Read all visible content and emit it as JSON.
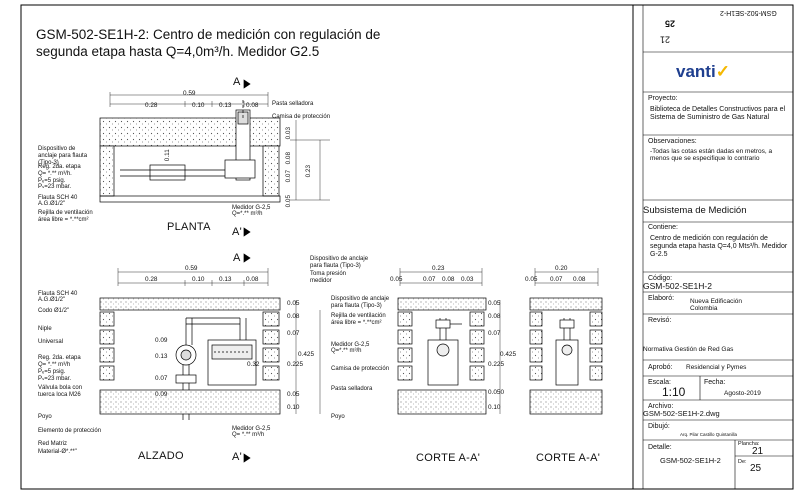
{
  "title_line1": "GSM-502-SE1H-2: Centro de medición con regulación de",
  "title_line2": "segunda etapa hasta Q=4,0m³/h.  Medidor G2.5",
  "planta": {
    "view_label": "PLANTA",
    "section_top": "A",
    "section_bottom": "A'",
    "dims_top": [
      "0.59",
      "0.28",
      "0.10",
      "0.13",
      "0.08"
    ],
    "dims_right": [
      "0.03",
      "0.08",
      "0.07",
      "0.23",
      "0.05"
    ],
    "dim_left": "0.11",
    "labels": {
      "pasta": "Pasta selladora",
      "camisa": "Camisa de protección",
      "anclaje": [
        "Dispositivo de",
        "anclaje para flauta",
        "(Tipo-3)"
      ],
      "reg": [
        "Reg. 2da. etapa",
        "Q= *.** m³/h.",
        "Pₑ=5 psig.",
        "Pₛ=23 mbar."
      ],
      "flauta": [
        "Flauta SCH 40",
        "A.G.Ø1/2\""
      ],
      "rejilla": [
        "Rejilla de ventilación",
        "área libre =  *.**cm²"
      ],
      "medidor": [
        "Medidor G-2,5",
        "Q=*.** m³/h"
      ]
    }
  },
  "alzado": {
    "view_label": "ALZADO",
    "section": "A'",
    "dims_top": [
      "0.59",
      "0.28",
      "0.10",
      "0.13",
      "0.08"
    ],
    "dims_mid": [
      "0.09",
      "0.13",
      "0.07",
      "0.09"
    ],
    "dims_right": [
      "0.05",
      "0.08",
      "0.07",
      "0.32",
      "0.425",
      "0.225",
      "0.05",
      "0.10"
    ],
    "labels": {
      "flauta": [
        "Flauta SCH 40",
        "A.G.Ø1/2\""
      ],
      "codo": "Codo Ø1/2\"",
      "niple": "Niple",
      "universal": "Universal",
      "reg": [
        "Reg. 2da. etapa",
        "Q= *.** m³/h",
        "Pₑ=5 psig.",
        "Pₛ=23 mbar."
      ],
      "valvula": [
        "Válvula bola con",
        "tuerca loca M26"
      ],
      "poyo": "Poyo",
      "elemento": "Elemento de protección",
      "red": [
        "Red Matriz",
        "Material-Ø*.**\""
      ],
      "anclaje": [
        "Dispositivo de anclaje",
        "para flauta (Tipo-3)"
      ],
      "toma": [
        "Toma presión",
        "medidor"
      ],
      "medidor": [
        "Medidor G-2,5",
        "Q= *.** m³/h"
      ]
    }
  },
  "corte1": {
    "view_label": "CORTE A-A'",
    "dims_top": [
      "0.23",
      "0.05",
      "0.07",
      "0.08",
      "0.03"
    ],
    "dims_right": [
      "0.05",
      "0.08",
      "0.07",
      "0.425",
      "0.225",
      "0.050",
      "0.10"
    ],
    "labels": {
      "anclaje": [
        "Dispositivo de anclaje",
        "para flauta (Tipo-3)"
      ],
      "rejilla": [
        "Rejilla de ventilación",
        "área libre =   *.**cm²"
      ],
      "medidor": [
        "Medidor G-2,5",
        "Q=*.** m³/h"
      ],
      "camisa": "Camisa de protección",
      "pasta": "Pasta selladora",
      "poyo": "Poyo"
    }
  },
  "corte2": {
    "view_label": "CORTE A-A'",
    "dims_top": [
      "0.20",
      "0.05",
      "0.07",
      "0.08"
    ]
  },
  "titleblock": {
    "detalle_label": "Detalle:",
    "detalle_value": "GSM-502-SE1H-2",
    "plancha_label": "Plancha:",
    "plancha_value": "21",
    "de_label": "De:",
    "de_value": "25",
    "brand": "vanti",
    "proyecto_label": "Proyecto:",
    "proyecto_value": "Biblioteca de Detalles Constructivos para el Sistema de Suministro de Gas Natural",
    "observaciones_label": "Observaciones:",
    "observaciones_value": "-Todas las cotas están dadas en metros, a menos que se especifique lo contrario",
    "subsistema": "Subsistema de Medición",
    "contiene_label": "Contiene:",
    "contiene_value": "Centro de medición con regulación de segunda etapa hasta Q=4,0 Mts³/h. Medidor G-2.5",
    "codigo_label": "Código:",
    "codigo_value": "GSM-502-SE1H-2",
    "elaboro_label": "Elaboró:",
    "elaboro_value": "Nueva Edificación Colombia",
    "reviso_label": "Revisó:",
    "reviso_value": "Normativa Gestión de Red Gas",
    "aprobo_label": "Aprobó:",
    "aprobo_value": "Residencial y Pymes",
    "escala_label": "Escala:",
    "escala_value": "1:10",
    "fecha_label": "Fecha:",
    "fecha_value": "Agosto-2019",
    "archivo_label": "Archivo:",
    "archivo_value": "GSM-502-SE1H-2.dwg",
    "dibujo_label": "Dibujó:",
    "dibujo_value": "Arq. Pilar Castillo Quintanilla"
  },
  "colors": {
    "brand": "#1f3f8f",
    "accent": "#f5b800"
  }
}
